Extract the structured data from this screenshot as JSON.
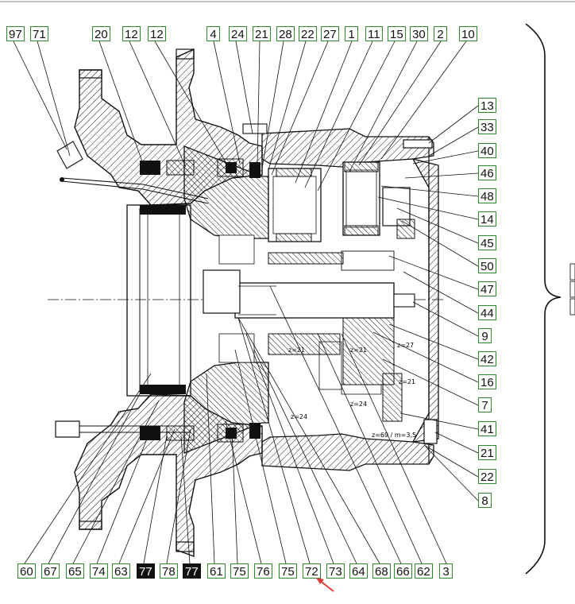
{
  "callouts_top": [
    "97",
    "71",
    "20",
    "12",
    "12",
    "4",
    "24",
    "21",
    "28",
    "22",
    "27",
    "1",
    "11",
    "15",
    "30",
    "2",
    "10"
  ],
  "callouts_right": [
    "13",
    "33",
    "40",
    "46",
    "48",
    "14",
    "45",
    "50",
    "47",
    "44",
    "9",
    "42",
    "16",
    "7",
    "41",
    "21",
    "22",
    "8"
  ],
  "callouts_bottom": [
    "60",
    "67",
    "65",
    "74",
    "63",
    "77",
    "78",
    "77",
    "61",
    "75",
    "76",
    "75",
    "72",
    "73",
    "64",
    "68",
    "66",
    "62",
    "3"
  ],
  "highlighted": [
    "77"
  ],
  "gear_annotations": {
    "z21_a": "z=21",
    "z21_b": "z=21",
    "z27": "z=27",
    "z21_c": "z=21",
    "z24_a": "z=24",
    "z24_b": "z=24",
    "z69": "z=69 / m=3,5"
  },
  "colors": {
    "callout_border": "#2f8a2f",
    "line": "#111111",
    "highlight_bg": "#111111",
    "arrow": "#e23a3a"
  }
}
